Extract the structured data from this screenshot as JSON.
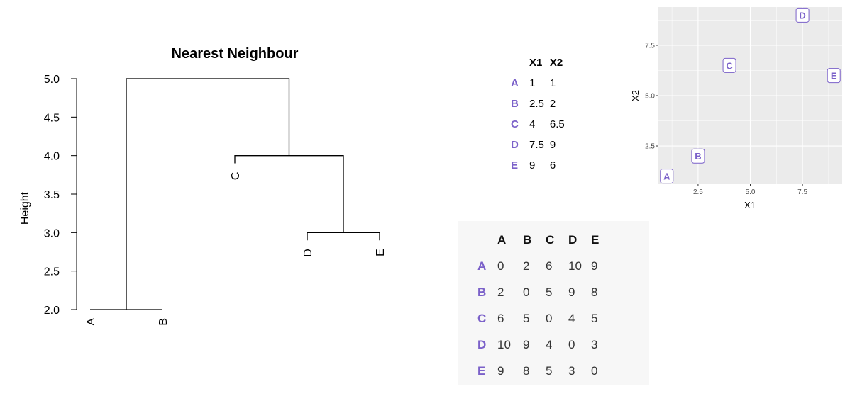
{
  "chart_data": [
    {
      "type": "dendrogram",
      "title": "Nearest Neighbour",
      "ylabel": "Height",
      "ylim": [
        2.0,
        5.0
      ],
      "yticks": [
        "2.0",
        "2.5",
        "3.0",
        "3.5",
        "4.0",
        "4.5",
        "5.0"
      ],
      "leaves": [
        "A",
        "B",
        "C",
        "D",
        "E"
      ],
      "leaf_heights": {
        "A": 2.0,
        "B": 2.0,
        "C": 3.9,
        "D": 2.9,
        "E": 2.9
      },
      "merges": [
        {
          "left": "A",
          "right": "B",
          "height": 2
        },
        {
          "left": "D",
          "right": "E",
          "height": 3
        },
        {
          "left": "C",
          "right": "DE",
          "height": 4
        },
        {
          "left": "AB",
          "right": "CDE",
          "height": 5
        }
      ]
    },
    {
      "type": "scatter",
      "xlabel": "X1",
      "ylabel": "X2",
      "xticks": [
        "2.5",
        "5.0",
        "7.5"
      ],
      "yticks": [
        "2.5",
        "5.0",
        "7.5"
      ],
      "xlim": [
        0.6,
        9.4
      ],
      "ylim": [
        0.6,
        9.4
      ],
      "points": [
        {
          "label": "A",
          "x": 1,
          "y": 1
        },
        {
          "label": "B",
          "x": 2.5,
          "y": 2
        },
        {
          "label": "C",
          "x": 4,
          "y": 6.5
        },
        {
          "label": "D",
          "x": 7.5,
          "y": 9
        },
        {
          "label": "E",
          "x": 9,
          "y": 6
        }
      ],
      "grid": true,
      "colors": {
        "panel": "#ebebeb",
        "grid": "#ffffff",
        "label": "#7b61c9"
      }
    }
  ],
  "coords_table": {
    "headers": [
      "X1",
      "X2"
    ],
    "rows": [
      {
        "label": "A",
        "values": [
          "1",
          "1"
        ]
      },
      {
        "label": "B",
        "values": [
          "2.5",
          "2"
        ]
      },
      {
        "label": "C",
        "values": [
          "4",
          "6.5"
        ]
      },
      {
        "label": "D",
        "values": [
          "7.5",
          "9"
        ]
      },
      {
        "label": "E",
        "values": [
          "9",
          "6"
        ]
      }
    ]
  },
  "distance_matrix": {
    "headers": [
      "A",
      "B",
      "C",
      "D",
      "E"
    ],
    "rows": [
      {
        "label": "A",
        "values": [
          "0",
          "2",
          "6",
          "10",
          "9"
        ]
      },
      {
        "label": "B",
        "values": [
          "2",
          "0",
          "5",
          "9",
          "8"
        ]
      },
      {
        "label": "C",
        "values": [
          "6",
          "5",
          "0",
          "4",
          "5"
        ]
      },
      {
        "label": "D",
        "values": [
          "10",
          "9",
          "4",
          "0",
          "3"
        ]
      },
      {
        "label": "E",
        "values": [
          "9",
          "8",
          "5",
          "3",
          "0"
        ]
      }
    ]
  }
}
